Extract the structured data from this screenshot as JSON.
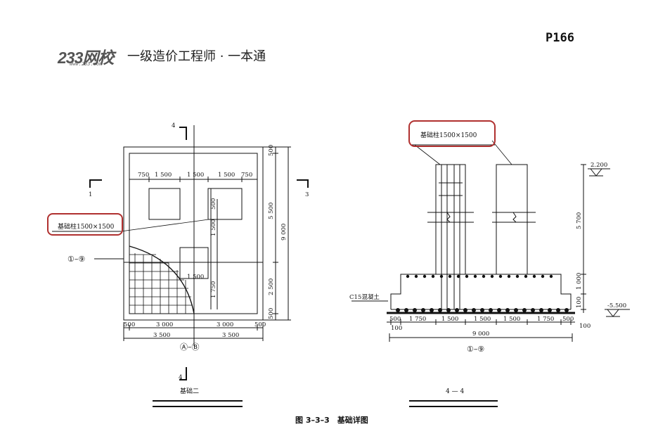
{
  "header": {
    "logo": "233网校",
    "logo_sub": "www.233.com",
    "book_title": "一级造价工程师 · 一本通",
    "page_number": "P166"
  },
  "plan_view": {
    "top_dims": [
      "750",
      "1 500",
      "1 500",
      "1 500",
      "750"
    ],
    "right_dims": [
      "500",
      "5 500",
      "2 500",
      "500"
    ],
    "total_dim": "9 000",
    "inner_v_dims": [
      "500",
      "1 500",
      "1 750"
    ],
    "inner_h_dim": "1 500",
    "bottom_dims_1": [
      "500",
      "3 000",
      "3 000",
      "500"
    ],
    "bottom_dims_2": [
      "3 500",
      "3 500"
    ],
    "section_marks": {
      "top": "4",
      "bottom": "4",
      "left": "1",
      "right": "3"
    },
    "axis_label_left": "①–⑨",
    "axis_label_bottom": "Ⓐ–Ⓑ",
    "callout": "基础柱1500×1500",
    "title": "基础二"
  },
  "section_view": {
    "callout": "基础柱1500×1500",
    "elev_top": "2.200",
    "elev_bottom": "-5.500",
    "v_dims": [
      "5 700",
      "1 000",
      "100"
    ],
    "concrete_label": "C15混凝土",
    "bottom_dims_1": [
      "500",
      "1 750",
      "1 500",
      "1 500",
      "1 500",
      "1 750",
      "500"
    ],
    "left_100": "100",
    "right_100": "100",
    "total_dim": "9 000",
    "axis_label": "①–⑨",
    "title": "4 — 4"
  },
  "caption": "图 3–3–3　基础详图",
  "colors": {
    "callout_border": "#b0302f",
    "line": "#111111"
  }
}
